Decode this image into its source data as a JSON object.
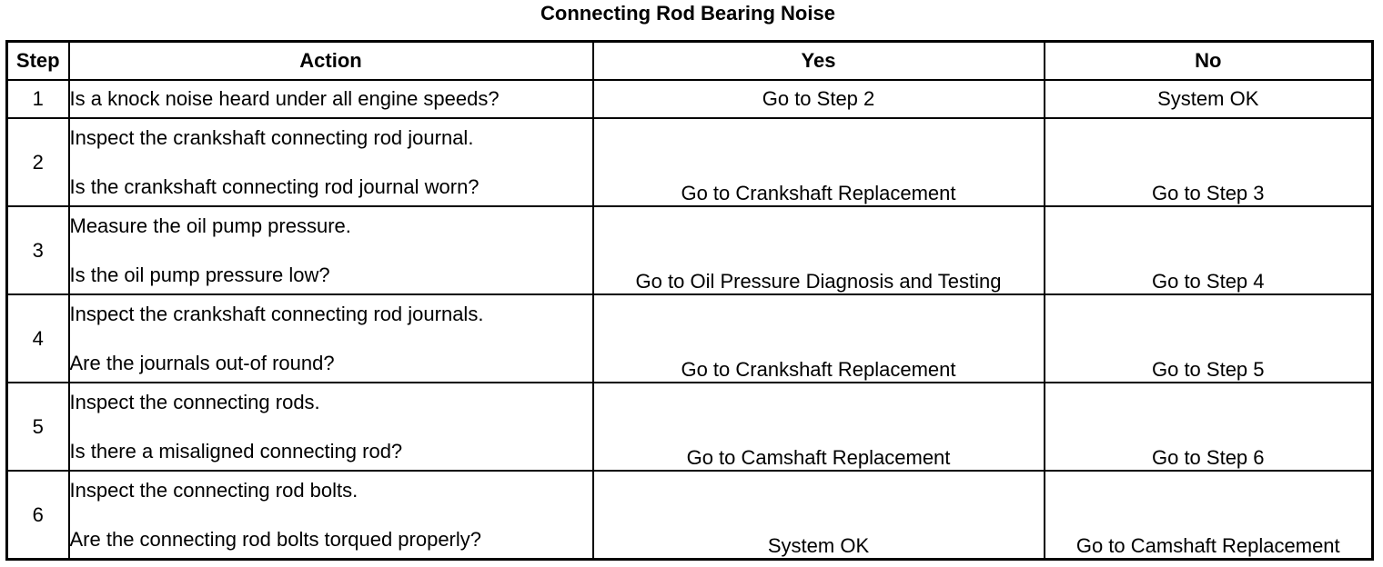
{
  "title": "Connecting Rod Bearing Noise",
  "headers": {
    "step": "Step",
    "action": "Action",
    "yes": "Yes",
    "no": "No"
  },
  "rows": [
    {
      "step": "1",
      "action": [
        "Is a knock noise heard under all engine speeds?"
      ],
      "yes": "Go to Step 2",
      "no": "System OK"
    },
    {
      "step": "2",
      "action": [
        "Inspect the crankshaft connecting rod journal.",
        "Is the crankshaft connecting rod journal worn?"
      ],
      "yes": "Go to Crankshaft Replacement",
      "no": "Go to Step 3"
    },
    {
      "step": "3",
      "action": [
        "Measure the oil pump pressure.",
        "Is the oil pump pressure low?"
      ],
      "yes": "Go to Oil Pressure Diagnosis and Testing",
      "no": "Go to Step 4"
    },
    {
      "step": "4",
      "action": [
        "Inspect the crankshaft connecting rod journals.",
        "Are the journals out-of round?"
      ],
      "yes": "Go to Crankshaft Replacement",
      "no": "Go to Step 5"
    },
    {
      "step": "5",
      "action": [
        "Inspect the connecting rods.",
        "Is there a misaligned connecting rod?"
      ],
      "yes": "Go to Camshaft Replacement",
      "no": "Go to Step 6"
    },
    {
      "step": "6",
      "action": [
        "Inspect the connecting rod bolts.",
        "Are the connecting rod bolts torqued properly?"
      ],
      "yes": "System OK",
      "no": "Go to Camshaft Replacement"
    }
  ]
}
